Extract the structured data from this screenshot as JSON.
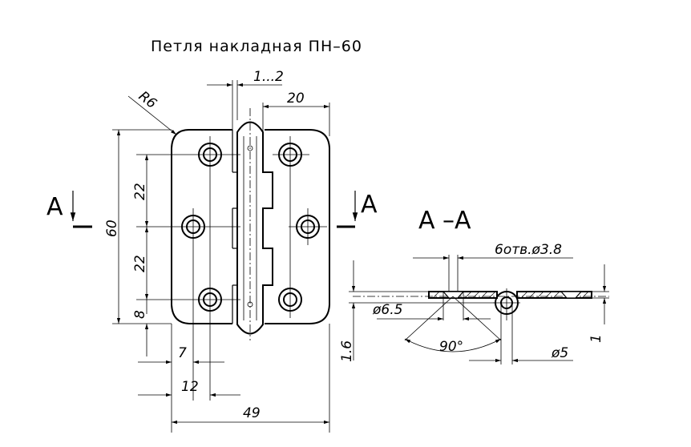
{
  "title": "Петля накладная ПН–60",
  "section_label": "А –А",
  "cut_marks": {
    "left": "А",
    "right": "А"
  },
  "dimensions": {
    "gap": "1...2",
    "leaf_width": "20",
    "radius": "R6",
    "height": "60",
    "pitch_top": "22",
    "pitch_bottom": "22",
    "edge_offset": "8",
    "hole_x1": "7",
    "hole_x2": "12",
    "total_width": "49",
    "holes": "6отв.ø3.8",
    "countersink": "ø6.5",
    "angle": "90°",
    "pin": "ø5",
    "thickness": "1.6",
    "plate": "1"
  }
}
